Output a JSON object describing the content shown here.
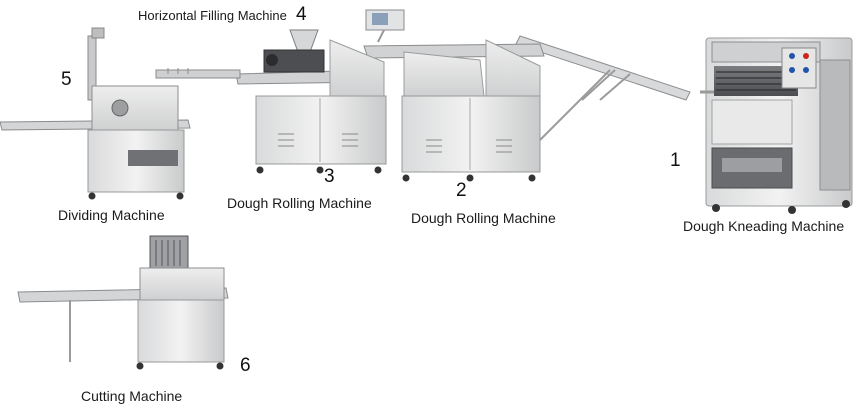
{
  "machines": [
    {
      "number": "1",
      "label": "Dough Kneading Machine"
    },
    {
      "number": "2",
      "label": "Dough Rolling Machine"
    },
    {
      "number": "3",
      "label": "Dough Rolling Machine"
    },
    {
      "number": "4",
      "label": "Horizontal Filling Machine"
    },
    {
      "number": "5",
      "label": "Dividing Machine"
    },
    {
      "number": "6",
      "label": "Cutting Machine"
    }
  ]
}
